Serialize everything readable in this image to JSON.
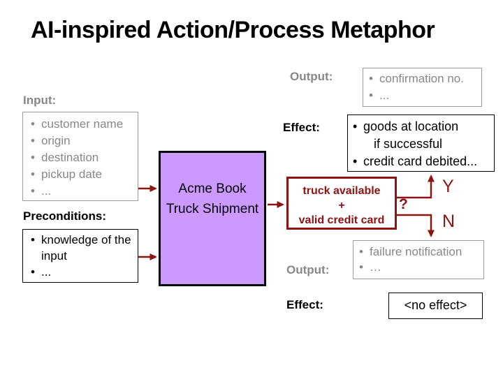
{
  "title": "AI-inspired Action/Process Metaphor",
  "colors": {
    "dark_red": "#8E1313",
    "purple": "#CC99FF",
    "gray_text": "#878787"
  },
  "input": {
    "label": "Input:",
    "items": [
      "customer name",
      "origin",
      "destination",
      "pickup date",
      "..."
    ]
  },
  "preconditions": {
    "label": "Preconditions:",
    "items": [
      "knowledge of the input",
      "..."
    ]
  },
  "action": {
    "line1": "Acme Book",
    "line2": "Truck Shipment"
  },
  "success": {
    "output_label": "Output:",
    "output_items": [
      "confirmation no.",
      "..."
    ],
    "effect_label": "Effect:",
    "effect_item1": "goods at location",
    "effect_item1_cont": "if successful",
    "effect_item2": "credit card debited..."
  },
  "decision": {
    "line1": "truck available",
    "line2": "+",
    "line3": "valid credit card",
    "question": "?",
    "yes_label": "Y",
    "no_label": "N"
  },
  "failure": {
    "output_label": "Output:",
    "output_items": [
      "failure notification",
      "…"
    ],
    "effect_label": "Effect:",
    "effect_value": "<no effect>"
  }
}
